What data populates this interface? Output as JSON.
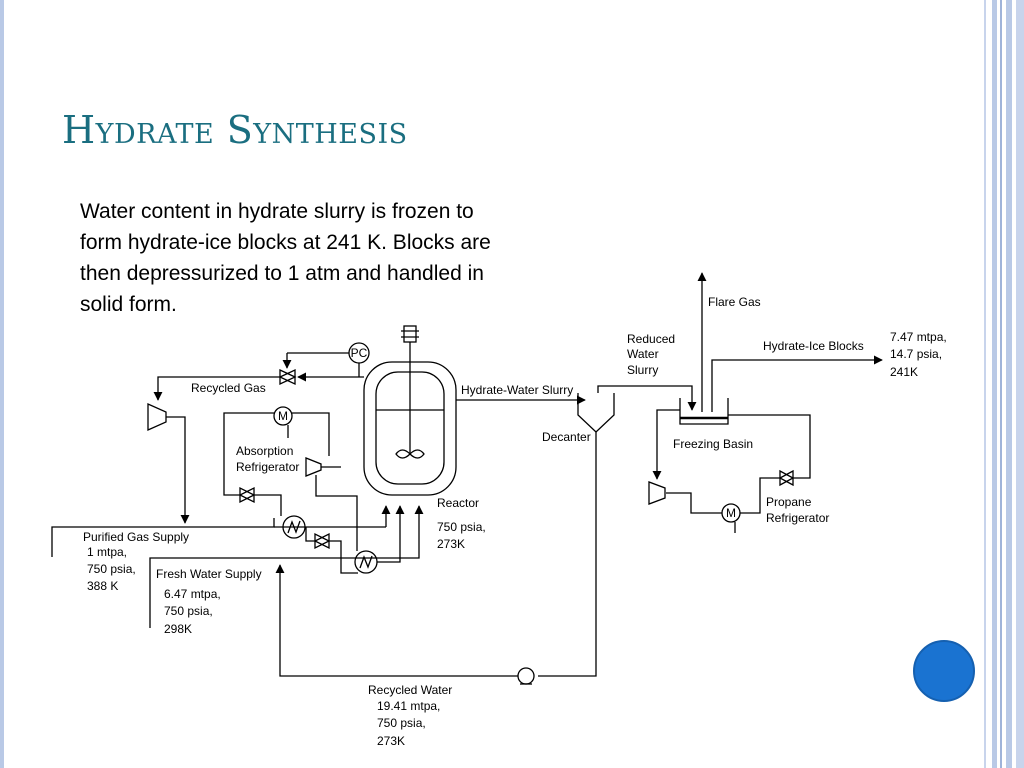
{
  "slide": {
    "title": "Hydrate Synthesis",
    "paragraph": "Water content in hydrate slurry is frozen to form hydrate-ice blocks at 241 K.  Blocks are then depressurized to 1 atm and handled in solid form."
  },
  "colors": {
    "title": "#1a6e80",
    "accent_dot": "#1a73d1",
    "frame": "#b9c9e6"
  },
  "diagram": {
    "controller_tag": "PC",
    "motor_tag": "M",
    "labels": {
      "flare_gas": "Flare Gas",
      "reduced_water_slurry": [
        "Reduced",
        "Water",
        "Slurry"
      ],
      "hydrate_ice_blocks": "Hydrate-Ice Blocks",
      "hydrate_ice_conditions": [
        "7.47 mtpa,",
        "14.7 psia,",
        "241K"
      ],
      "recycled_gas": "Recycled Gas",
      "hydrate_water_slurry": "Hydrate-Water Slurry",
      "decanter": "Decanter",
      "freezing_basin": "Freezing Basin",
      "absorption_refrigerator": [
        "Absorption",
        "Refrigerator"
      ],
      "reactor": "Reactor",
      "reactor_conditions": [
        "750 psia,",
        "273K"
      ],
      "propane_refrigerator": [
        "Propane",
        "Refrigerator"
      ],
      "purified_gas_supply": "Purified Gas Supply",
      "purified_gas_conditions": [
        "1 mtpa,",
        "750 psia,",
        "388 K"
      ],
      "fresh_water_supply": "Fresh Water Supply",
      "fresh_water_conditions": [
        "6.47 mtpa,",
        "750 psia,",
        "298K"
      ],
      "recycled_water": "Recycled Water",
      "recycled_water_conditions": [
        "19.41 mtpa,",
        "750 psia,",
        "273K"
      ]
    }
  }
}
